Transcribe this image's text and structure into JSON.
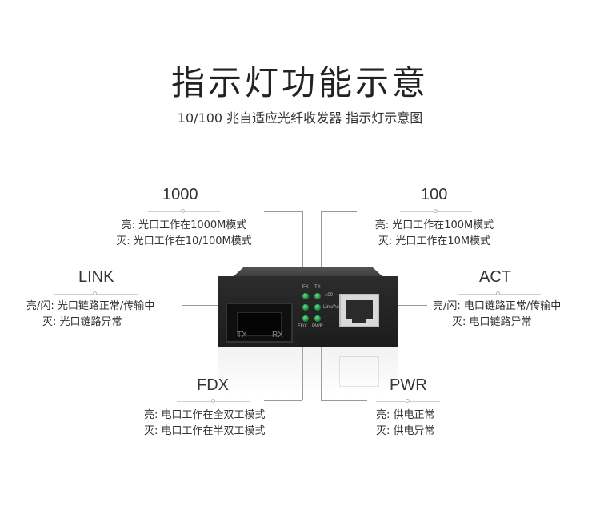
{
  "header": {
    "title": "指示灯功能示意",
    "subtitle": "10/100 兆自适应光纤收发器 指示灯示意图"
  },
  "labels": {
    "l1000": {
      "name": "1000",
      "line1": "亮: 光口工作在1000M模式",
      "line2": "灭: 光口工作在10/100M模式"
    },
    "l100": {
      "name": "100",
      "line1": "亮: 光口工作在100M模式",
      "line2": "灭: 光口工作在10M模式"
    },
    "link": {
      "name": "LINK",
      "line1": "亮/闪: 光口链路正常/传输中",
      "line2": "灭: 光口链路异常"
    },
    "act": {
      "name": "ACT",
      "line1": "亮/闪: 电口链路正常/传输中",
      "line2": "灭: 电口链路异常"
    },
    "fdx": {
      "name": "FDX",
      "line1": "亮: 电口工作在全双工模式",
      "line2": "灭: 电口工作在半双工模式"
    },
    "pwr": {
      "name": "PWR",
      "line1": "亮: 供电正常",
      "line2": "灭: 供电异常"
    }
  },
  "device": {
    "tx": "TX",
    "rx": "RX",
    "led_fx": "FX",
    "led_tx": "TX",
    "led_100": "100",
    "led_link_act": "Link/Act",
    "led_fdx": "FDX",
    "led_pwr": "PWR"
  }
}
